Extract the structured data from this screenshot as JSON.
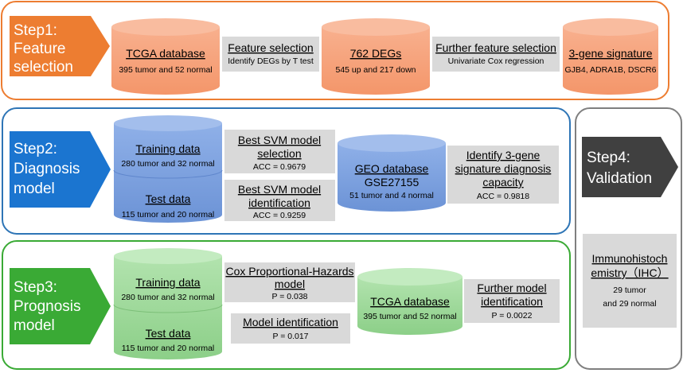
{
  "steps": {
    "step1": {
      "title": [
        "Step1:",
        "Feature",
        "selection"
      ],
      "color": "#ED7D31",
      "border": "#ED7D31"
    },
    "step2": {
      "title": [
        "Step2:",
        "Diagnosis",
        "model"
      ],
      "color": "#1B75D0",
      "border": "#2E75B6"
    },
    "step3": {
      "title": [
        "Step3:",
        "Prognosis",
        "model"
      ],
      "color": "#3AAA35",
      "border": "#3AAA35"
    },
    "step4": {
      "title": [
        "Step4:",
        "Validation"
      ],
      "color": "#404040",
      "border": "#7F7F7F"
    }
  },
  "row1": {
    "tcga": {
      "title": "TCGA database",
      "sub": "395 tumor and 52 normal"
    },
    "feature_selection": {
      "title": "Feature selection",
      "sub": "Identify DEGs by T test"
    },
    "degs": {
      "title": "762 DEGs",
      "sub": "545 up and 217 down"
    },
    "further_selection": {
      "title": "Further feature selection",
      "sub": "Univariate Cox regression"
    },
    "signature": {
      "title": "3-gene signature",
      "sub": "GJB4, ADRA1B, DSCR6"
    }
  },
  "row2": {
    "training": {
      "title": "Training data",
      "sub": "280 tumor and 32 normal"
    },
    "test": {
      "title": "Test data",
      "sub": "115 tumor and 20 normal"
    },
    "svm_selection": {
      "title": [
        "Best SVM model",
        "selection"
      ],
      "sub": "ACC = 0.9679"
    },
    "svm_identification": {
      "title": [
        "Best SVM model",
        "identification"
      ],
      "sub": "ACC = 0.9259"
    },
    "geo": {
      "title": "GEO database",
      "title2": "GSE27155",
      "sub": "51 tumor and 4 normal"
    },
    "identify_capacity": {
      "title": [
        "Identify 3-gene",
        "signature diagnosis",
        "capacity"
      ],
      "sub": "ACC = 0.9818"
    }
  },
  "row3": {
    "training": {
      "title": "Training data",
      "sub": "280 tumor and 32 normal"
    },
    "test": {
      "title": "Test data",
      "sub": "115 tumor and 20 normal"
    },
    "cox": {
      "title": [
        "Cox Proportional-Hazards",
        "model"
      ],
      "sub": "P = 0.038"
    },
    "model_identification": {
      "title": "Model identification",
      "sub": "P = 0.017"
    },
    "tcga": {
      "title": "TCGA database",
      "sub": "395 tumor and 52 normal"
    },
    "further_model": {
      "title": [
        "Further model",
        "identification"
      ],
      "sub": "P = 0.0022"
    }
  },
  "row4": {
    "ihc": {
      "title": [
        "Immunohistoch",
        "emistry（IHC）"
      ],
      "sub": [
        "29 tumor",
        "and 29 normal"
      ]
    }
  },
  "colors": {
    "orange_cyl": "#F7A27A",
    "blue_cyl": "#7FA3E0",
    "green_cyl": "#9ED89A",
    "gray_box": "#D9D9D9"
  }
}
